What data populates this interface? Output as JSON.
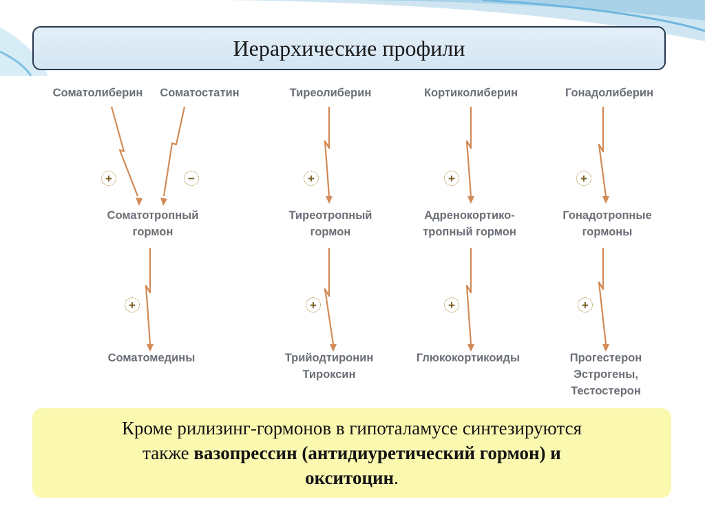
{
  "title": "Иерархические профили",
  "diagram": {
    "releasing": {
      "somatoliberin": "Соматолиберин",
      "somatostatin": "Соматостатин",
      "tireoliberin": "Тиреолиберин",
      "kortikoliberin": "Кортиколиберин",
      "gonadoliberin": "Гонадолиберин"
    },
    "tropic": {
      "somatotropic": [
        "Соматотропный",
        "гормон"
      ],
      "tireotropic": [
        "Тиреотропный",
        "гормон"
      ],
      "acth": [
        "Адренокортико-",
        "тропный гормон"
      ],
      "gonadotropic": [
        "Гонадотропные",
        "гормоны"
      ]
    },
    "peripheral": {
      "somatomedins": [
        "Соматомедины"
      ],
      "thyroid": [
        "Трийодтиронин",
        "Тироксин"
      ],
      "glucocorticoids": [
        "Глюкокортикоиды"
      ],
      "sex": [
        "Прогестерон",
        "Эстрогены,",
        "Тестостерон"
      ]
    },
    "signs": {
      "plus": "+",
      "minus": "−"
    }
  },
  "note": {
    "line1": "Кроме рилизинг-гормонов в гипоталамусе синтезируются",
    "line2_prefix": "также ",
    "line2_bold": "вазопрессин (антидиуретический гормон) и",
    "line3_bold": "окситоцин",
    "line3_suffix": "."
  },
  "colors": {
    "arrow": "#d28a56",
    "label": "#6a6f76",
    "title_border": "#26374e",
    "note_bg": "#fbf8b0"
  }
}
